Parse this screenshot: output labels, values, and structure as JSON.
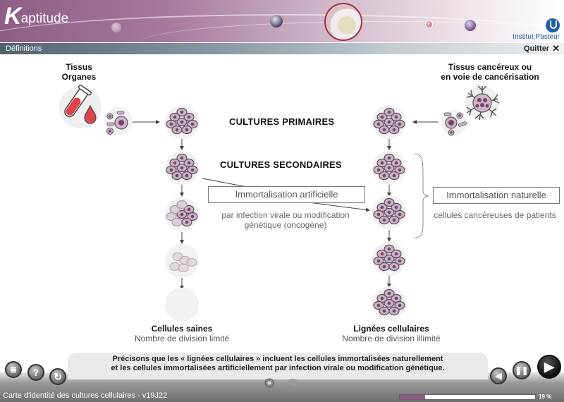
{
  "header": {
    "logo_k": "K",
    "logo_rest": "aptitude",
    "partner": "Institut Pasteur"
  },
  "section": {
    "title": "Définitions",
    "quit_label": "Quitter",
    "quit_icon": "close-icon"
  },
  "diagram": {
    "left_source": [
      "Tissus",
      "Organes"
    ],
    "right_source": [
      "Tissus cancéreux ou",
      "en voie de cancérisation"
    ],
    "primary": "CULTURES PRIMAIRES",
    "secondary": "CULTURES SECONDAIRES",
    "artificial": {
      "label": "Immortalisation artificielle",
      "detail": [
        "par infection virale ou modification",
        "génétique (oncogène)"
      ]
    },
    "natural": {
      "label": "Immortalisation naturelle",
      "detail": "cellules cancéreuses de patients"
    },
    "left_result": {
      "title": "Cellules saines",
      "subtitle": "Nombre de division limité"
    },
    "right_result": {
      "title": "Lignées cellulaires",
      "subtitle": "Nombre de division illimité"
    }
  },
  "note": {
    "line1": "Précisons que les « lignées cellulaires » incluent les cellules immortalisées naturellement",
    "line2": "et les cellules immortalisées artificiellement par infection virale ou modification génétique."
  },
  "controls": {
    "left": [
      "document-icon",
      "help-icon",
      "replay-icon"
    ],
    "center": [
      "audio-icon",
      "comment-icon"
    ],
    "right": [
      "previous-icon",
      "pause-icon",
      "play-icon"
    ]
  },
  "footer": {
    "title": "Carte d'identité des cultures cellulaires - v19J22",
    "progress_percent": 19,
    "progress_label": "19 %"
  },
  "colors": {
    "brand": "#8d5d86",
    "cell_fill": "#c9b3c6",
    "cell_nucleus": "#7a3f6f",
    "pasteur_blue": "#1f5fa8"
  }
}
